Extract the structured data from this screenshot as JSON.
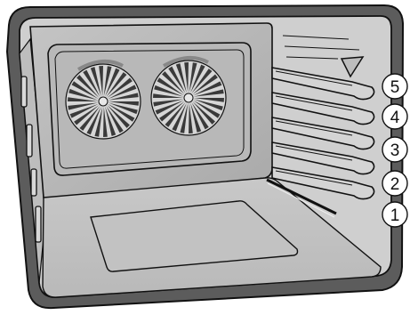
{
  "diagram": {
    "shelf_positions": [
      {
        "id": "1",
        "label": "1"
      },
      {
        "id": "2",
        "label": "2"
      },
      {
        "id": "3",
        "label": "3"
      },
      {
        "id": "4",
        "label": "4"
      },
      {
        "id": "5",
        "label": "5"
      }
    ],
    "components": {
      "fan_count": 2,
      "icons": [
        "oven-cavity-icon",
        "convection-fan-icon",
        "shelf-rail-icon",
        "vent-arrow-icon"
      ]
    },
    "colors": {
      "outline": "#111111",
      "frame": "#5f5f5f",
      "interior": "#cfcfcf",
      "panel": "#bdbdbd"
    }
  }
}
